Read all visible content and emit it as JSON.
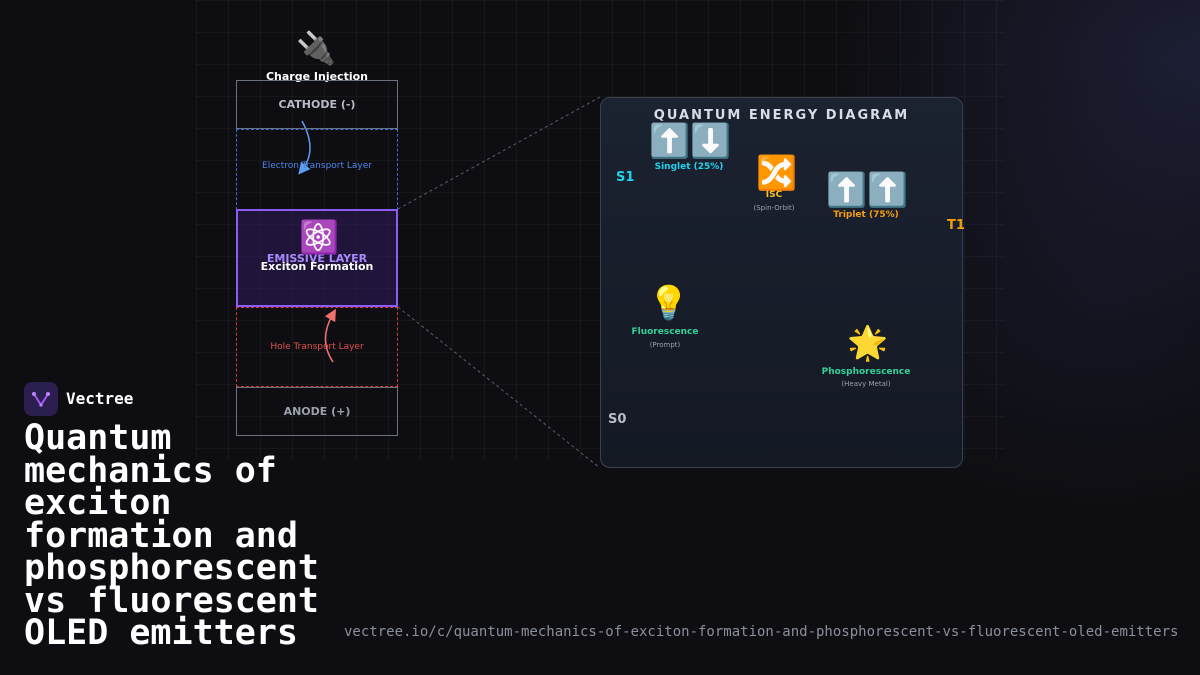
{
  "oled_stack": {
    "injection_icon": "electric-plug-icon",
    "injection_label": "Charge Injection",
    "cathode_label": "CATHODE (-)",
    "etl_label": "Electron Transport Layer",
    "eml_label": "EMISSIVE LAYER",
    "eml_icon": "atom-icon",
    "exciton_label": "Exciton Formation",
    "htl_label": "Hole Transport Layer",
    "anode_label": "ANODE (+)"
  },
  "energy_diagram": {
    "title": "QUANTUM ENERGY DIAGRAM",
    "levels": {
      "s1": "S1",
      "t1": "T1",
      "s0": "S0"
    },
    "singlet": {
      "icon": "up-down-arrows-icon",
      "glyph": "⬆️⬇️",
      "label": "Singlet (25%)"
    },
    "isc": {
      "icon": "shuffle-icon",
      "glyph": "🔀",
      "label": "ISC",
      "sublabel": "(Spin-Orbit)"
    },
    "triplet": {
      "icon": "up-up-arrows-icon",
      "glyph": "⬆️⬆️",
      "label": "Triplet (75%)"
    },
    "fluorescence": {
      "icon": "light-bulb-icon",
      "glyph": "💡",
      "label": "Fluorescence",
      "sublabel": "(Prompt)"
    },
    "phosphorescence": {
      "icon": "star-icon",
      "glyph": "🌟",
      "label": "Phosphorescence",
      "sublabel": "(Heavy Metal)"
    }
  },
  "colors": {
    "singlet": "#22d3ee",
    "triplet": "#f59e0b",
    "emission": "#34d399",
    "isc": "#fbbf24",
    "eml": "#8b5cf6",
    "etl": "#3b6fd8",
    "htl": "#d23c3c"
  },
  "brand": {
    "name": "Vectree",
    "headline": "Quantum mechanics of exciton formation and phosphorescent vs fluorescent OLED emitters",
    "url": "vectree.io/c/quantum-mechanics-of-exciton-formation-and-phosphorescent-vs-fluorescent-oled-emitters"
  }
}
